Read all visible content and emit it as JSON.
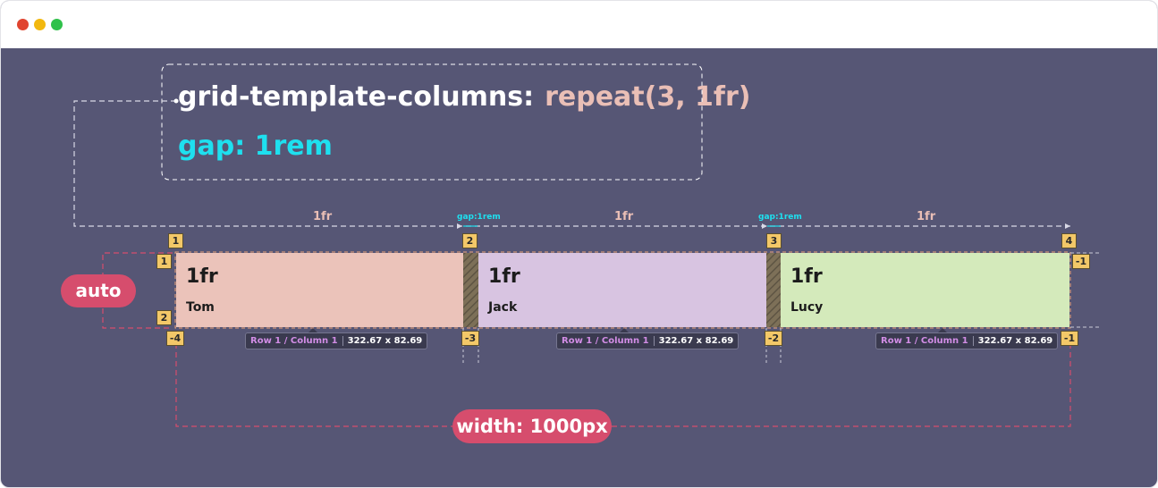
{
  "window": {
    "traffic_lights": [
      "red",
      "yellow",
      "green"
    ]
  },
  "code": {
    "line1_property": "grid-template-columns:",
    "line1_value": "repeat(3, 1fr)",
    "line2": "gap: 1rem"
  },
  "tracks": {
    "col_labels": [
      "1fr",
      "1fr",
      "1fr"
    ],
    "gap_labels": [
      "gap:1rem",
      "gap:1rem"
    ]
  },
  "line_numbers": {
    "top": [
      "1",
      "2",
      "3",
      "4"
    ],
    "bottom": [
      "-4",
      "-3",
      "-2",
      "-1"
    ],
    "left": [
      "1",
      "2"
    ],
    "right": [
      "-1"
    ]
  },
  "cells": [
    {
      "size": "1fr",
      "name": "Tom",
      "area": "Row 1 / Column 1",
      "dims": "322.67 x 82.69"
    },
    {
      "size": "1fr",
      "name": "Jack",
      "area": "Row 1 / Column 1",
      "dims": "322.67 x 82.69"
    },
    {
      "size": "1fr",
      "name": "Lucy",
      "area": "Row 1 / Column 1",
      "dims": "322.67 x 82.69"
    }
  ],
  "pills": {
    "row_height": "auto",
    "container_width": "width: 1000px"
  },
  "colors": {
    "background": "#565675",
    "cell_1": "#ebc3ba",
    "cell_2": "#d8c4e1",
    "cell_3": "#d4eabb",
    "gap_color": "#1ee0ef",
    "accent": "#d64d6d",
    "badge": "#f3c868"
  }
}
